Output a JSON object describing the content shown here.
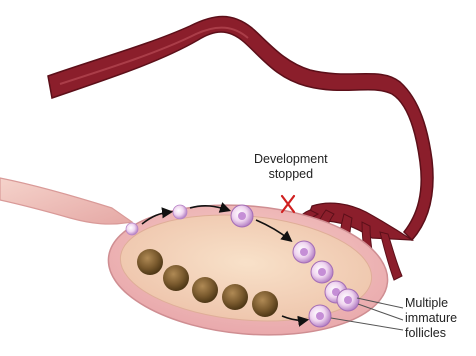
{
  "labels": {
    "development": [
      "Development",
      "stopped"
    ],
    "multiple": [
      "Multiple",
      "immature",
      "follicles"
    ]
  },
  "colors": {
    "tube": "#8b1e2b",
    "tube_dark": "#6e1420",
    "ligament": "#f0c2b8",
    "ovary_outer": "#efb9b8",
    "ovary_inner": "#f3d3ba",
    "follicle_dark": "#7a5a2e",
    "follicle_light": "#e2b9e2",
    "x_mark": "#d02020"
  },
  "icons": {
    "x_mark": "x-mark-icon",
    "arrow": "arrow-icon"
  }
}
